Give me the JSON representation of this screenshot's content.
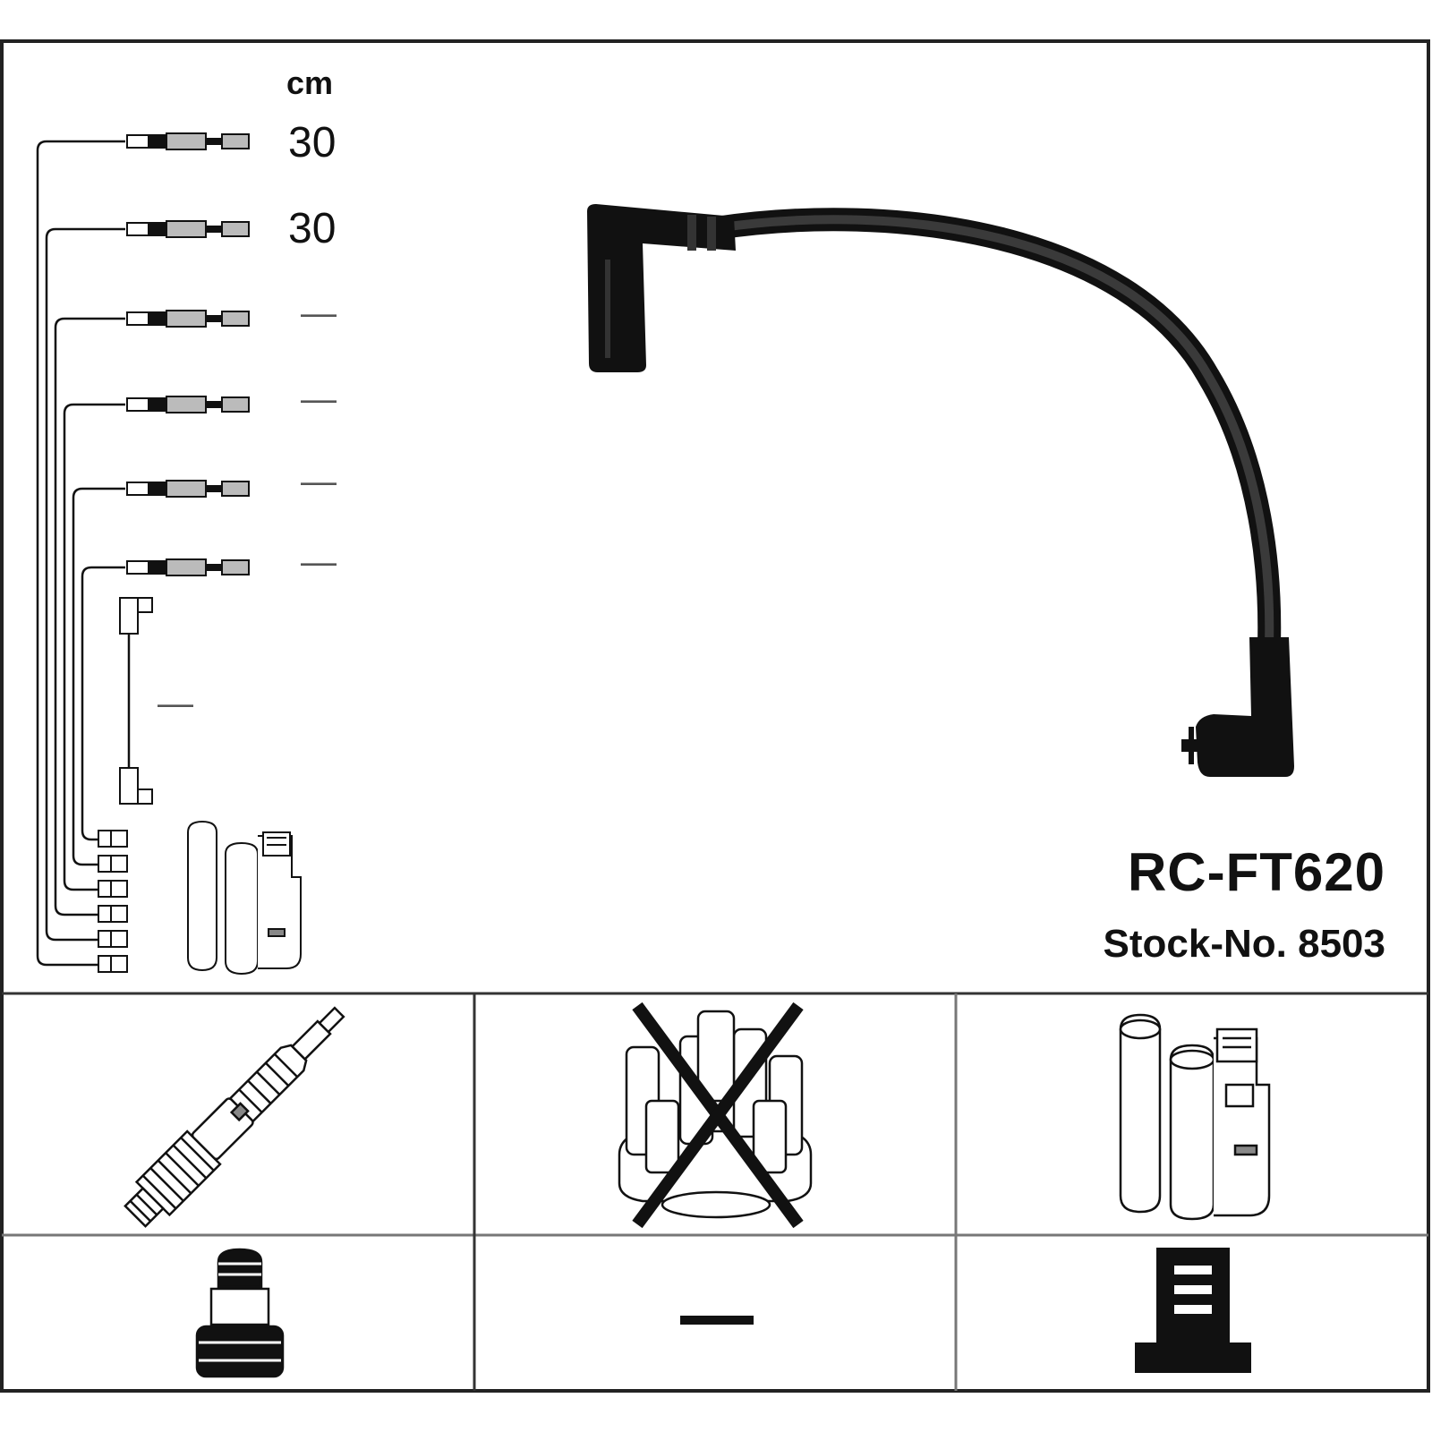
{
  "header": {
    "unit": "cm",
    "lead_lengths": [
      "30",
      "30",
      "—",
      "—",
      "—",
      "—"
    ],
    "coil_lead_length": "—"
  },
  "product": {
    "code": "RC-FT620",
    "stock_label": "Stock-No. 8503"
  },
  "components": [
    {
      "name": "spark-plug",
      "icon": "spark-plug-icon"
    },
    {
      "name": "distributor-cap",
      "icon": "distributor-cap-icon",
      "excluded": true
    },
    {
      "name": "ignition-coil",
      "icon": "ignition-coil-icon"
    }
  ],
  "terminals": {
    "plug_end": "screw-terminal-icon",
    "cap_end": "—",
    "coil_end": "flat-terminal-icon"
  },
  "colors": {
    "line": "#111111",
    "divider": "#555555",
    "cable": "#1a1a1a"
  }
}
